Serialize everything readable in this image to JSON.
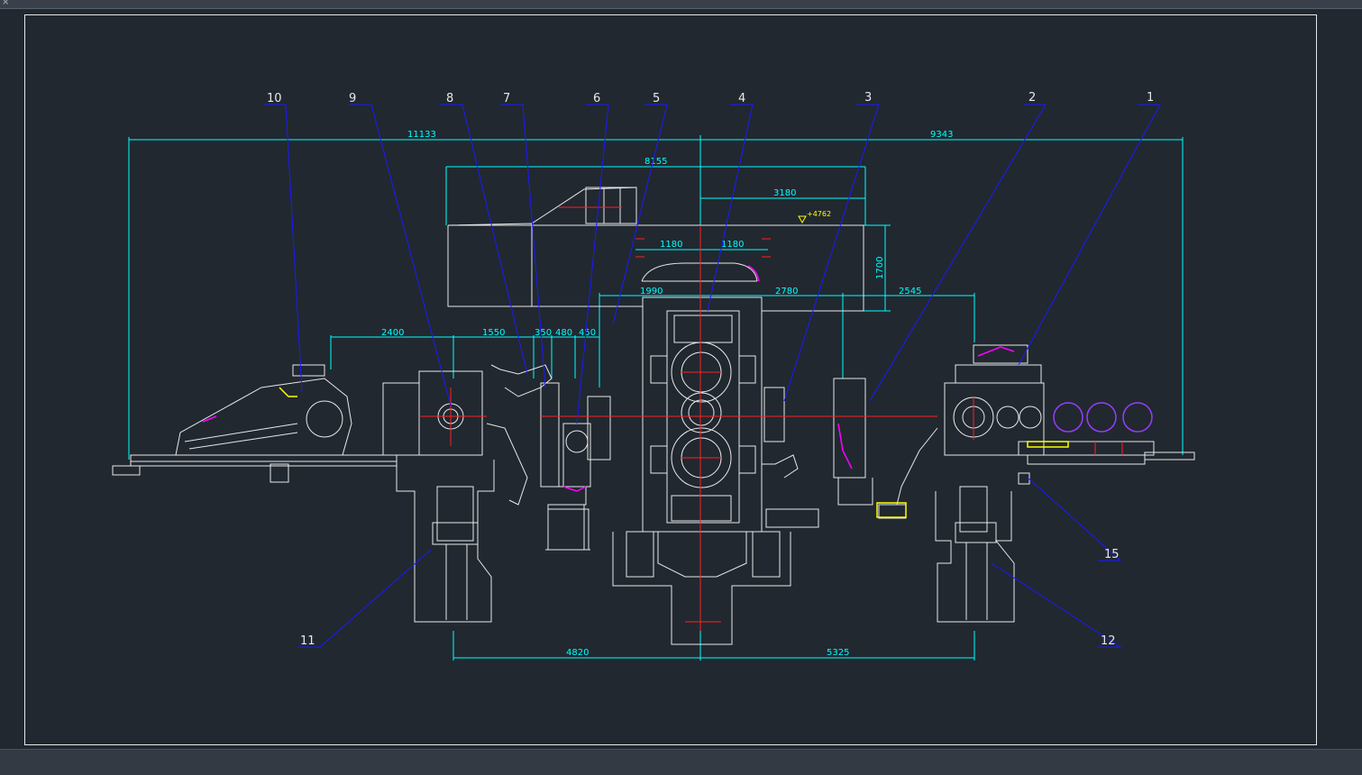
{
  "window": {
    "close_glyph": "×"
  },
  "callouts": [
    "1",
    "2",
    "3",
    "4",
    "5",
    "6",
    "7",
    "8",
    "9",
    "10",
    "11",
    "12",
    "15"
  ],
  "dimensions": {
    "d11133": "11133",
    "d9343": "9343",
    "d8155": "8155",
    "d3180": "3180",
    "d1180a": "1180",
    "d1180b": "1180",
    "d1700": "1700",
    "d1990": "1990",
    "d2780": "2780",
    "d2545": "2545",
    "d2400": "2400",
    "d1550": "1550",
    "d350": "350",
    "d480": "480",
    "d450": "450",
    "d4820": "4820",
    "d5325": "5325"
  },
  "elevation": {
    "top": "+4762"
  },
  "colors": {
    "background": "#212830",
    "outline": "#e8e8e8",
    "dimension": "#00ffff",
    "leader": "#1a1aff",
    "centerline": "#ff2020",
    "highlight": "#ff00ff",
    "annotation": "#ffff00"
  }
}
